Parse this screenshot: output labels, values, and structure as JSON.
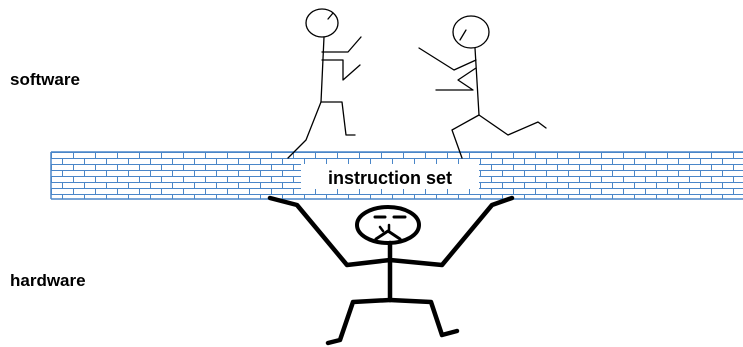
{
  "labels": {
    "software": "software",
    "hardware": "hardware",
    "instruction_set": "instruction set"
  },
  "colors": {
    "brick_fill": "#ffffff",
    "brick_lines": "#4a86c8",
    "ink": "#000000",
    "label_background": "#ffffff"
  }
}
